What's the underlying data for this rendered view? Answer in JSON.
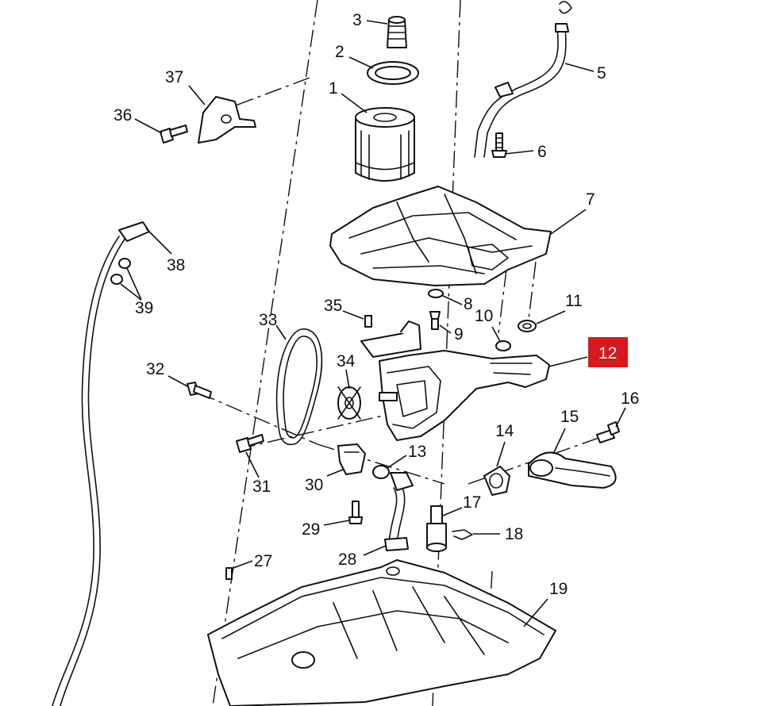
{
  "diagram": {
    "highlight": {
      "label": "12",
      "color": "#d7191e"
    },
    "callouts": [
      "1",
      "2",
      "3",
      "5",
      "6",
      "7",
      "8",
      "9",
      "10",
      "11",
      "12",
      "13",
      "14",
      "15",
      "16",
      "17",
      "18",
      "19",
      "27",
      "28",
      "29",
      "30",
      "31",
      "32",
      "33",
      "34",
      "35",
      "36",
      "37",
      "38",
      "39"
    ]
  }
}
